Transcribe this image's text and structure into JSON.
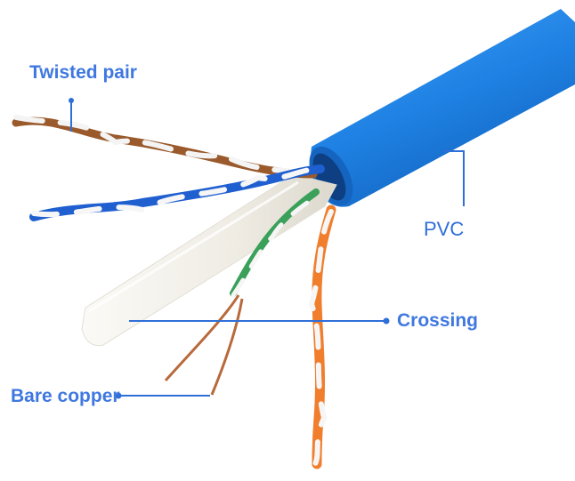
{
  "labels": {
    "twisted_pair": "Twisted pair",
    "pvc": "PVC",
    "crossing": "Crossing",
    "bare_copper": "Bare copper"
  },
  "colors": {
    "label_text": "#3f78e0",
    "leader_line": "#2f6fd8",
    "jacket": "#1e7fe0",
    "jacket_dark": "#1260b8",
    "separator": "#f2f0ea",
    "copper": "#b86a3c",
    "orange": "#f07e2c",
    "green": "#3aa05a",
    "blue_wire": "#1f5fd0",
    "brown": "#9a5a2c"
  },
  "icons": {
    "leader_dot": "circle-dot-icon"
  }
}
